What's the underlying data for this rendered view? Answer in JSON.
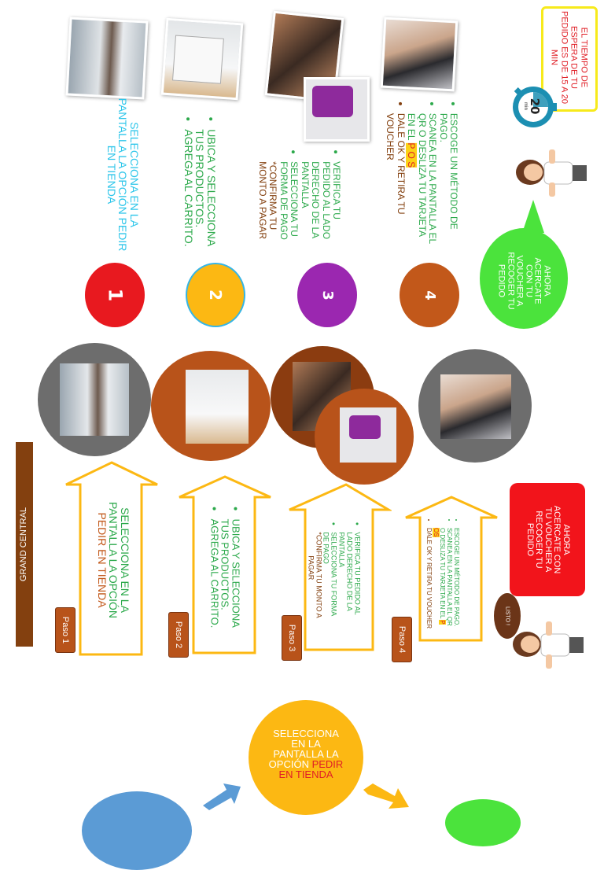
{
  "timer_note": "EL TIEMPO DE ESPERA DE TU PEDIDO ES DE 15 A 20 MIN",
  "timer_value": "20",
  "timer_unit": "min",
  "top_steps": [
    {
      "number": "1",
      "line1": "SELECCIONA EN LA",
      "line2": "PANTALLA LA OPCIÓN PEDIR",
      "line3": "EN TIENDA"
    },
    {
      "number": "2",
      "b1": "UBICA Y SELECCIONA",
      "b1b": "TUS PRODUCTOS.",
      "b2": "AGREGA AL CARRITO."
    },
    {
      "number": "3",
      "b1": [
        "VERIFICA TU",
        "PEDIDO AL LADO",
        "DERECHO DE LA",
        "PANTALLA"
      ],
      "b2": [
        "SELECCIONA TU",
        "FORMA DE PAGO"
      ],
      "note": [
        "*CONFIRMA TU",
        "MONTO A PAGAR"
      ]
    },
    {
      "number": "4",
      "b1": [
        "ESCOGE UN MÉTODO DE",
        "PAGO."
      ],
      "b2": [
        "SCANEA EN LA PANTALLA EL",
        "QR O DESLIZA TU TARJETA",
        "EN EL "
      ],
      "pos": "P O S",
      "b3": [
        "DALE OK Y RETIRA TU",
        "VOUCHER"
      ]
    }
  ],
  "bubble_top": [
    "AHORA",
    "ACERCATE",
    "CON TU",
    "VOUCHER A",
    "RECOGER TU",
    "PEDIDO"
  ],
  "banner": "GRAND CENTRAL",
  "paso_labels": [
    "Paso 1",
    "Paso 2",
    "Paso 3",
    "Paso 4"
  ],
  "arrow_texts": {
    "a1": [
      "SELECCIONA EN LA",
      "PANTALLA LA OPCIÓN"
    ],
    "a1_red": "PEDIR EN TIENDA",
    "a2": [
      "UBICA Y SELECCIONA",
      "TUS PRODUCTOS."
    ],
    "a2b": "AGREGA AL CARRITO.",
    "a3": [
      "VERIFICA TU PEDIDO AL",
      "LADO DERECHO DE LA",
      "PANTALLA"
    ],
    "a3b": [
      "SELECCIONA TU FORMA",
      "DE PAGO"
    ],
    "a3note": [
      "*CONFIRMA TU MONTO A",
      "PAGAR"
    ],
    "a4a": "ESCOGE UN MÉTODO DE PAGO.",
    "a4b": [
      "SCANEA EN LA PANTALLA EL QR",
      "O DESLIZA TU TARJETA EN EL "
    ],
    "a4pos1": "P",
    "a4pos2": "OS",
    "a4c": "DALE OK Y RETIRA TU VOUCHER"
  },
  "red_box": [
    "AHORA",
    "ACERCATE CON",
    "TU VOUCHER A",
    "RECOGER TU",
    "PEDIDO"
  ],
  "listo": "LISTO !",
  "bottom_circle": {
    "lines": [
      "SELECCIONA",
      "EN LA",
      "PANTALLA LA"
    ],
    "line4a": "OPCIÓN ",
    "line4b": "PEDIR",
    "line5": "EN TIENDA"
  },
  "colors": {
    "red": "#e8191f",
    "yellow": "#fcb813",
    "purple": "#9b27b0",
    "orange": "#c2581a",
    "green": "#4be33c",
    "cyan": "#2ec6ea",
    "brown": "#83400f"
  }
}
